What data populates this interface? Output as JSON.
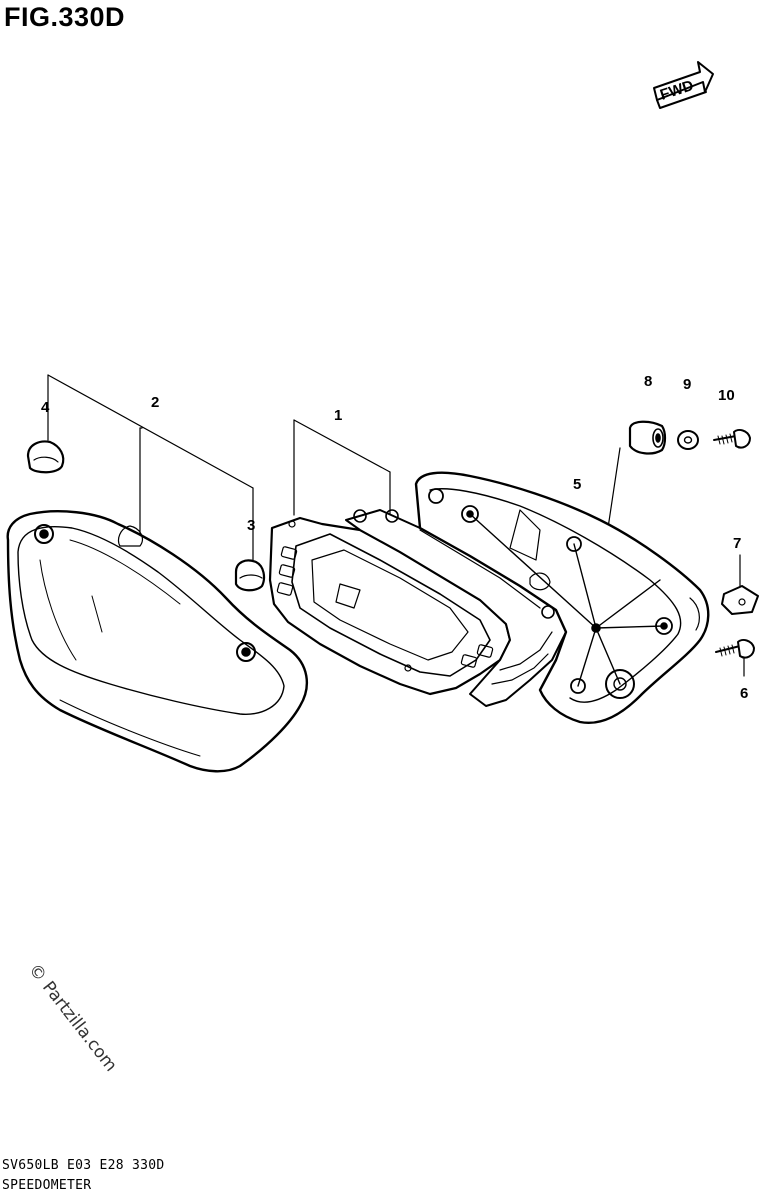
{
  "figure": {
    "title": "FIG.330D"
  },
  "fwd_label": "FWD",
  "callouts": [
    "1",
    "2",
    "3",
    "4",
    "5",
    "6",
    "7",
    "8",
    "9",
    "10"
  ],
  "watermark": "© Partzilla.com",
  "footer": {
    "code": "SV650LB  E03  E28  330D",
    "name": "SPEEDOMETER"
  }
}
